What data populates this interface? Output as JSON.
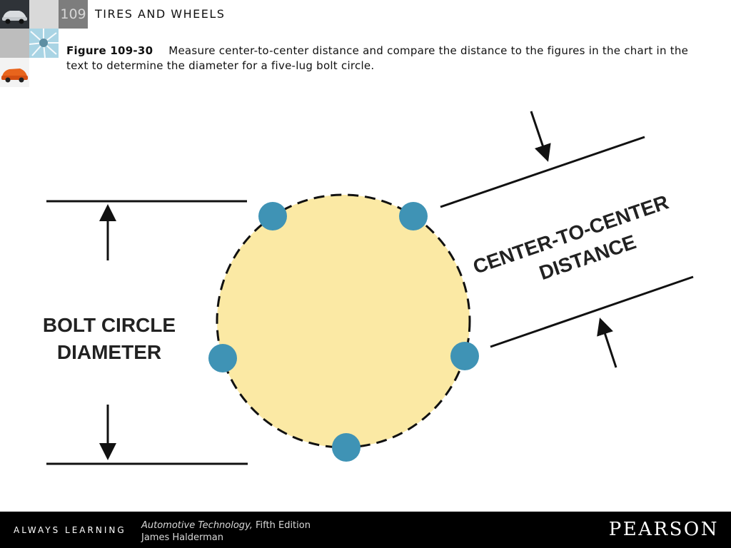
{
  "header": {
    "chapter_number": "109",
    "chapter_title": "TIRES AND WHEELS"
  },
  "caption": {
    "figure_label": "Figure 109-30",
    "text": "Measure center-to-center distance and compare the distance to the figures in the chart in the text to determine the diameter for a five-lug bolt circle."
  },
  "diagram": {
    "bolt_label_line1": "BOLT CIRCLE",
    "bolt_label_line2": "DIAMETER",
    "distance_label_line1": "CENTER-TO-CENTER",
    "distance_label_line2": "DISTANCE",
    "colors": {
      "circle_fill": "#fbe9a4",
      "lug_fill": "#3f93b5",
      "line": "#111111"
    }
  },
  "footer": {
    "tagline": "ALWAYS LEARNING",
    "book_title": "Automotive Technology,",
    "edition": " Fifth Edition",
    "author": "James Halderman",
    "publisher": "PEARSON"
  }
}
